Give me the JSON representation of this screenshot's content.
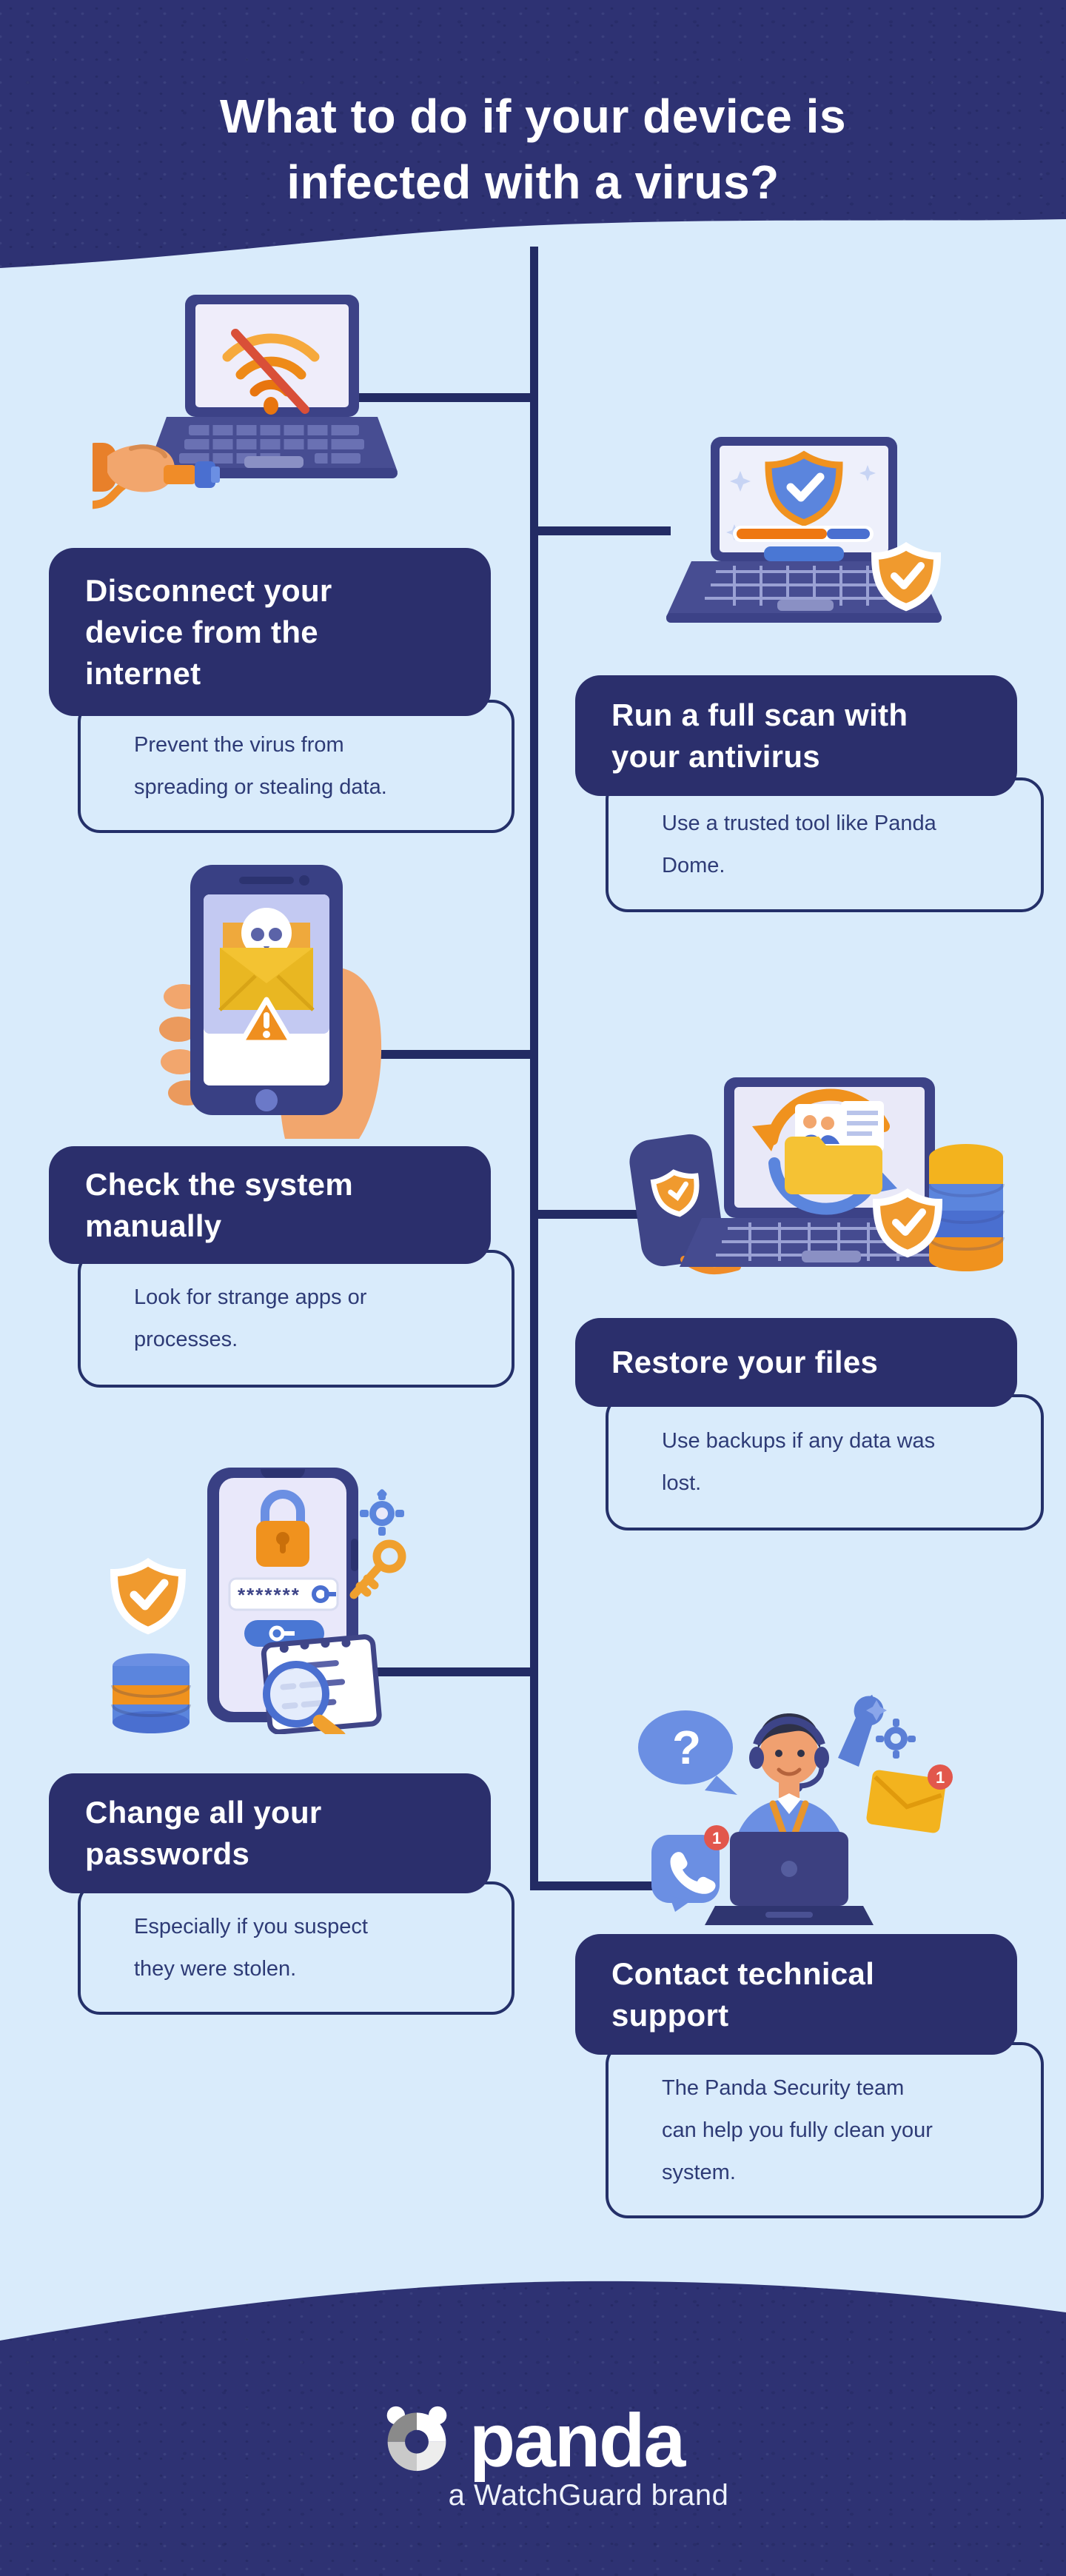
{
  "page": {
    "title": "What to do if your device is\ninfected with a virus?"
  },
  "steps": [
    {
      "heading": "Disconnect your\ndevice from the\ninternet",
      "body": "Prevent the virus from\nspreading or stealing data.",
      "side": "left",
      "illustration": "laptop-no-wifi-unplug"
    },
    {
      "heading": "Run a full scan with\nyour antivirus",
      "body": "Use a trusted tool like Panda\nDome.",
      "side": "right",
      "illustration": "laptop-antivirus-scan"
    },
    {
      "heading": "Check the system\nmanually",
      "body": "Look for strange apps or\nprocesses.",
      "side": "left",
      "illustration": "phone-malware-email"
    },
    {
      "heading": "Restore your files",
      "body": "Use backups if any data was\nlost.",
      "side": "right",
      "illustration": "backup-restore-laptop"
    },
    {
      "heading": "Change all your\npasswords",
      "body": "Especially if you suspect\nthey were stolen.",
      "side": "left",
      "illustration": "phone-password-lock"
    },
    {
      "heading": "Contact technical\nsupport",
      "body": "The Panda Security team\ncan help you fully clean your\nsystem.",
      "side": "right",
      "illustration": "support-agent-headset"
    }
  ],
  "footer": {
    "brand": "panda",
    "tagline": "a WatchGuard brand"
  },
  "colors": {
    "header_navy": "#2e3273",
    "card_navy": "#2b2f6c",
    "flow_line_navy": "#232b64",
    "background_light_blue": "#d9ebfb",
    "body_text_navy": "#2e3b76",
    "accent_orange": "#f0921e",
    "accent_red": "#d94f38",
    "accent_yellow": "#f3c332",
    "accent_blue": "#5b85dd",
    "device_navy": "#3c4287",
    "skin": "#f2a66d",
    "badge_red": "#e2574c"
  }
}
